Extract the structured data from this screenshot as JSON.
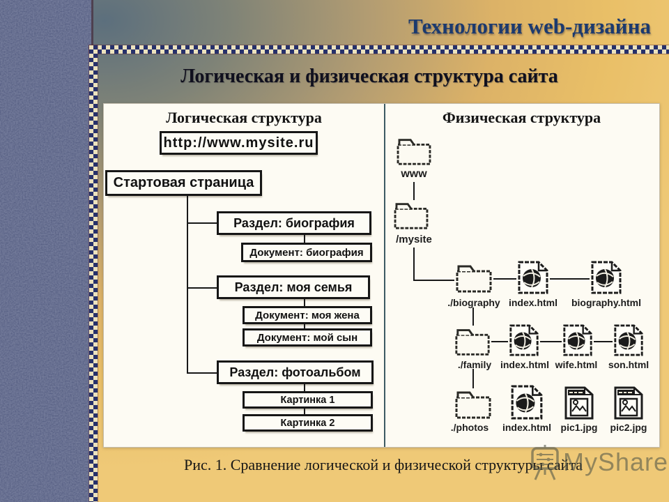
{
  "slide": {
    "header_title": "Технологии web-дизайна",
    "subtitle": "Логическая и физическая структура сайта",
    "caption": "Рис. 1. Сравнение логической и физической структуры сайта",
    "watermark_text": "MyShared"
  },
  "figure": {
    "logical": {
      "heading": "Логическая структура",
      "url": "http://www.mysite.ru",
      "root": "Стартовая страница",
      "branches": [
        {
          "section": "Раздел: биография",
          "children": [
            "Документ: биография"
          ]
        },
        {
          "section": "Раздел: моя семья",
          "children": [
            "Документ: моя жена",
            "Документ: мой сын"
          ]
        },
        {
          "section": "Раздел: фотоальбом",
          "children": [
            "Картинка 1",
            "Картинка 2"
          ]
        }
      ]
    },
    "physical": {
      "heading": "Физическая структура",
      "server_folder": "www",
      "site_folder": "/mysite",
      "rows": [
        {
          "folder": "./biography",
          "files": [
            "index.html",
            "biography.html"
          ]
        },
        {
          "folder": "./family",
          "files": [
            "index.html",
            "wife.html",
            "son.html"
          ]
        },
        {
          "folder": "./photos",
          "files": [
            "index.html",
            "pic1.jpg",
            "pic2.jpg"
          ]
        }
      ]
    }
  },
  "icons": {
    "folder": "folder-icon",
    "html_file": "html-file-icon",
    "jpg_file": "jpg-file-icon",
    "watermark": "projection-screen-icon"
  },
  "colors": {
    "title_navy": "#1c3a6e",
    "band_navy": "#2e3a63",
    "background_gold": "#e9bf67",
    "background_slate": "#5c6f7d",
    "border_navy": "#27316b",
    "border_cream": "#ece2bd",
    "panel_white": "#fdfbf3",
    "ink_black": "#161616"
  }
}
